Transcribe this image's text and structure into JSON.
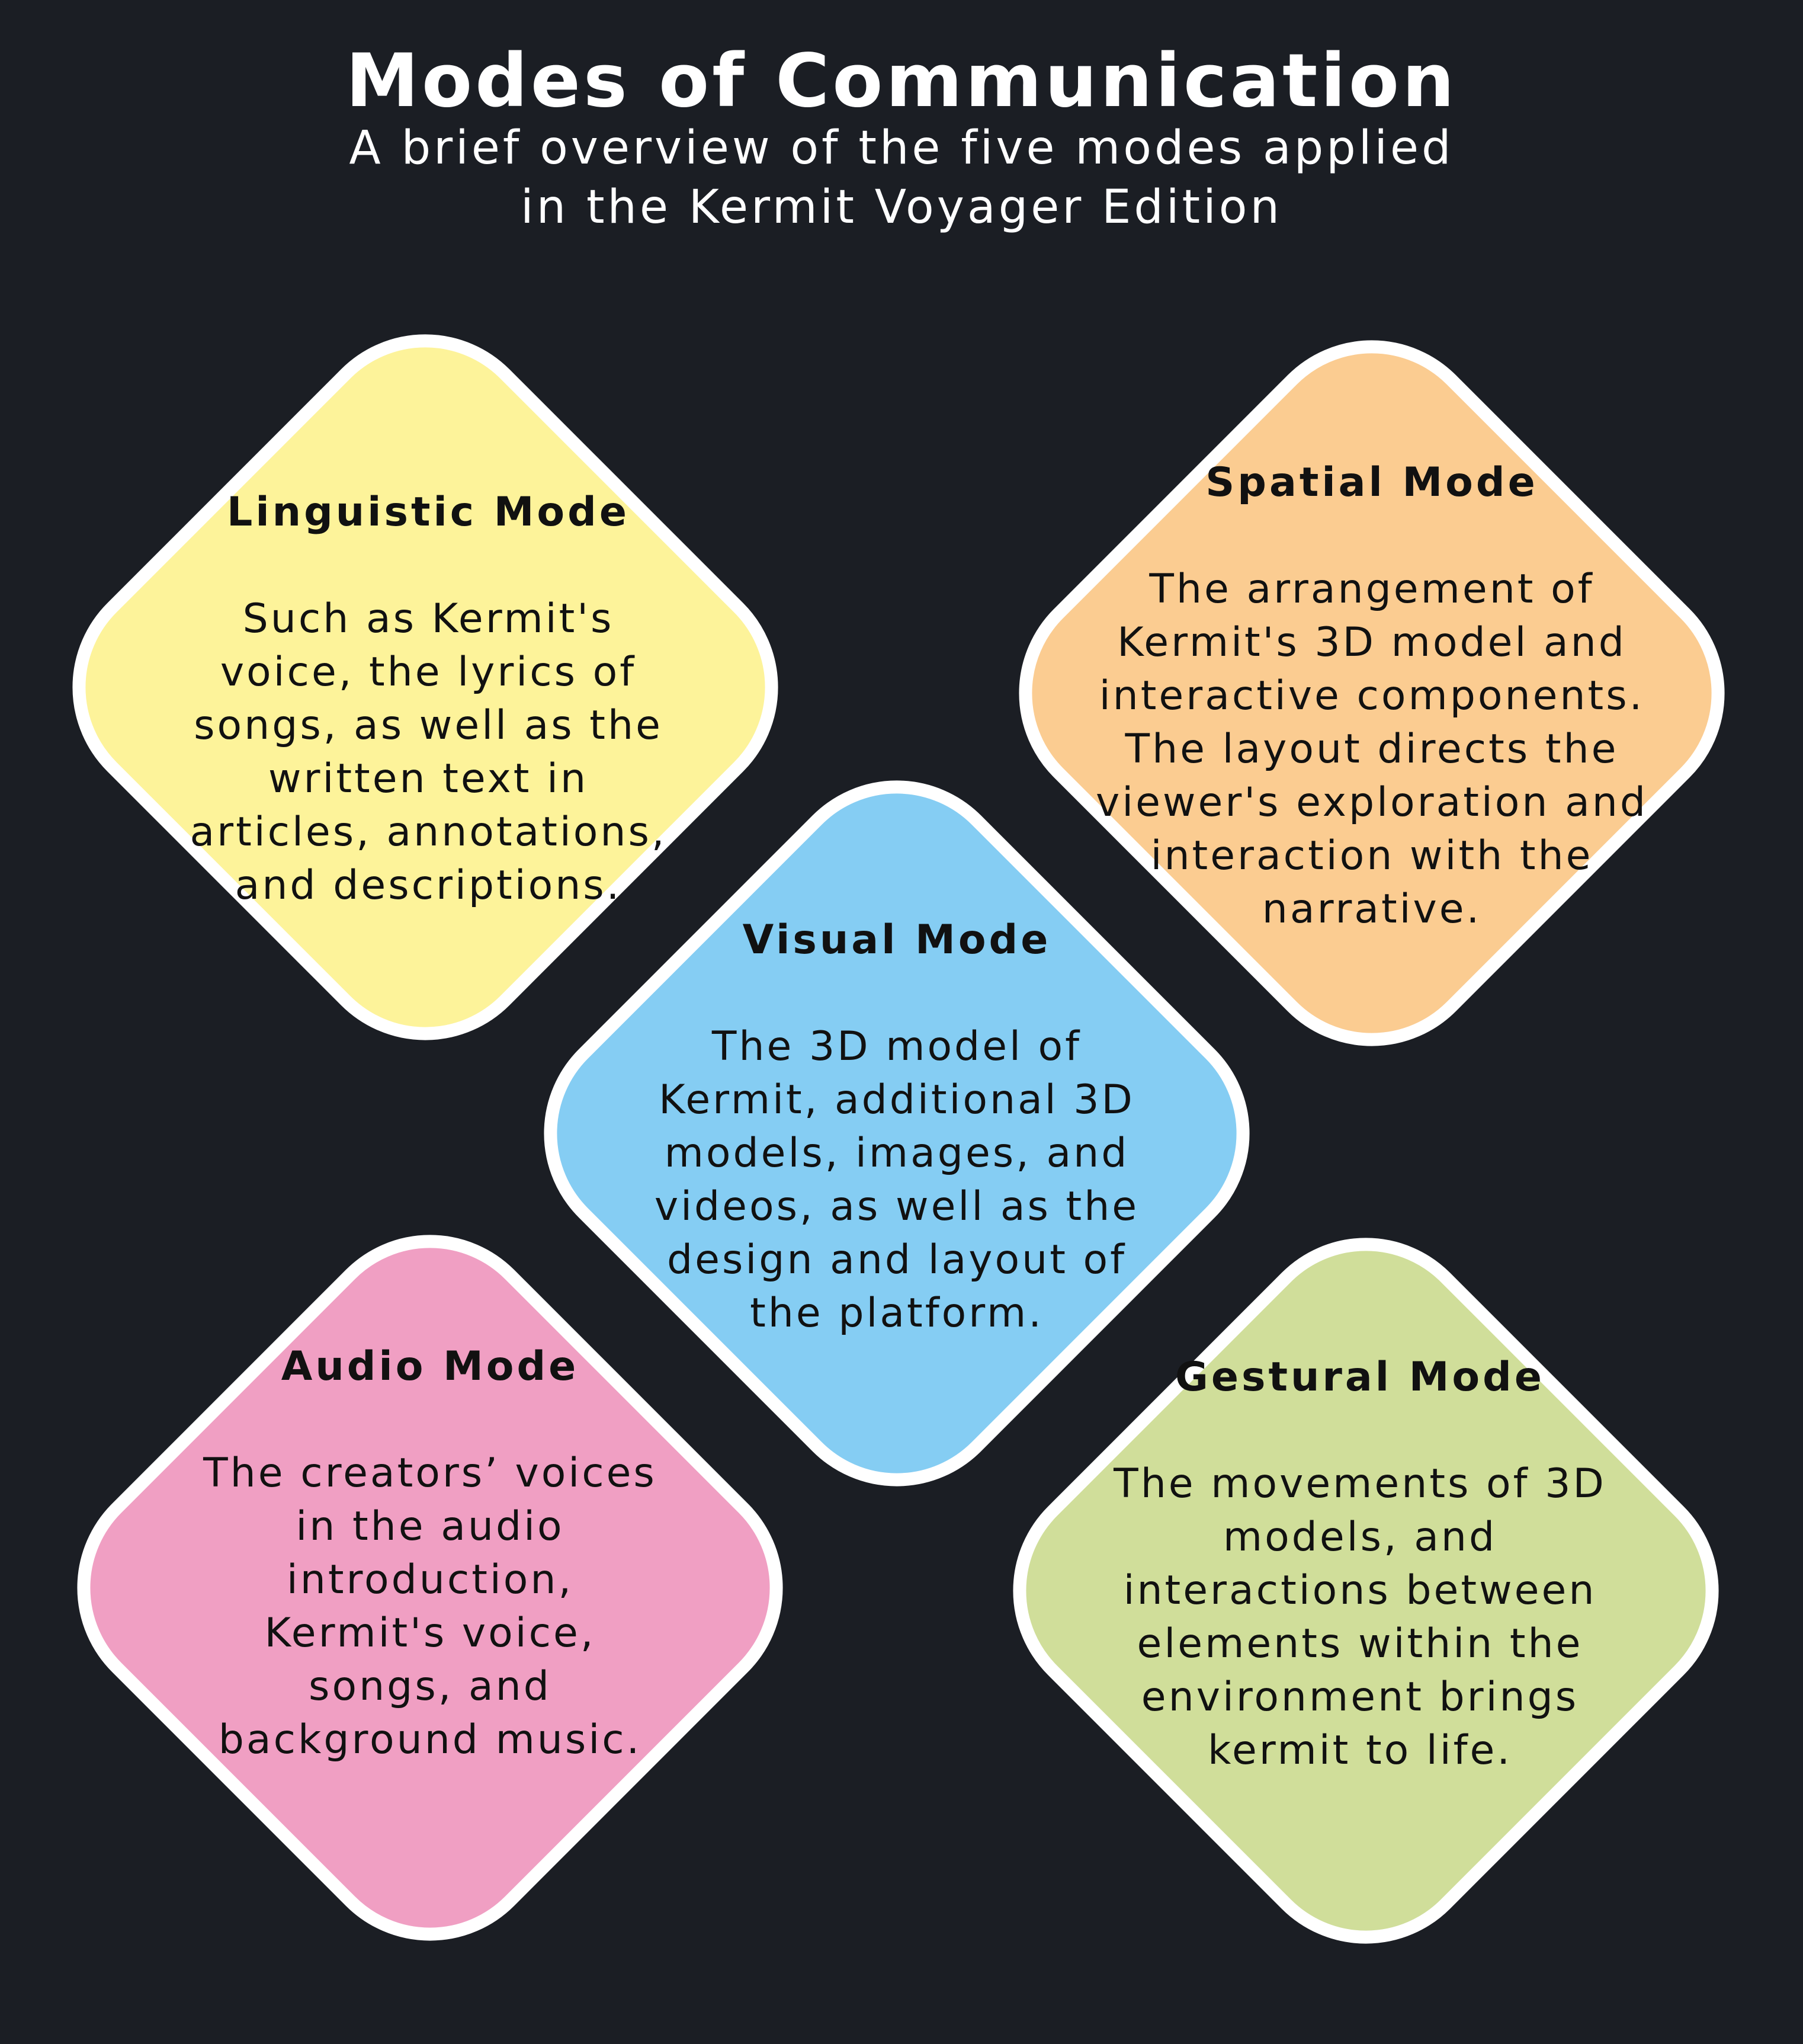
{
  "header": {
    "title": "Modes of Communication",
    "subtitle_lines": [
      "A brief overview of the five modes applied",
      "in the Kermit Voyager Edition"
    ]
  },
  "colors": {
    "background": "#1b1e24",
    "outline": "#ffffff",
    "linguistic": "#fdf39a",
    "spatial": "#fbcc91",
    "visual": "#85cdf3",
    "audio": "#f09fc3",
    "gestural": "#d0de9a"
  },
  "modes": {
    "linguistic": {
      "title": "Linguistic Mode",
      "lines": [
        "Such as Kermit's",
        "voice, the lyrics of",
        "songs, as well as the",
        "written text in",
        "articles, annotations,",
        "and descriptions."
      ]
    },
    "spatial": {
      "title": "Spatial Mode",
      "lines": [
        "The arrangement of",
        "Kermit's 3D model and",
        "interactive components.",
        "The layout directs the",
        "viewer's exploration and",
        "interaction with the",
        "narrative."
      ]
    },
    "visual": {
      "title": "Visual Mode",
      "lines": [
        "The 3D model of",
        "Kermit, additional 3D",
        "models, images, and",
        "videos, as well as the",
        "design and layout of",
        "the platform."
      ]
    },
    "audio": {
      "title": "Audio Mode",
      "lines": [
        "The creators’ voices",
        "in the audio",
        "introduction,",
        "Kermit's voice,",
        "songs, and",
        "background music."
      ]
    },
    "gestural": {
      "title": "Gestural Mode",
      "lines": [
        "The movements of 3D",
        "models, and",
        "interactions between",
        "elements within the",
        "environment brings",
        "kermit to life."
      ]
    }
  }
}
